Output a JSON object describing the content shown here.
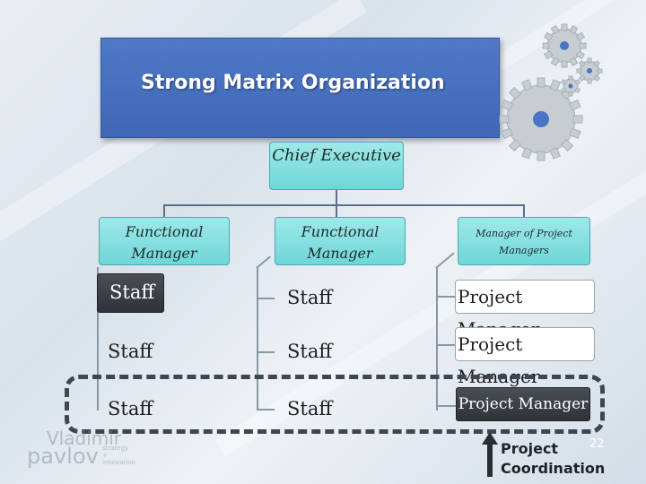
{
  "slide": {
    "title": "Strong Matrix Organization",
    "page_number": "22"
  },
  "org": {
    "chief": "Chief Executive",
    "managers": [
      "Functional Manager",
      "Functional Manager",
      "Manager of Project Managers"
    ],
    "rows": [
      [
        "Staff",
        "Staff",
        "Project Manager"
      ],
      [
        "Staff",
        "Staff",
        "Project Manager"
      ],
      [
        "Staff",
        "Staff",
        "Project Manager"
      ]
    ]
  },
  "annotation": {
    "line1": "Project",
    "line2": "Coordination"
  },
  "logo": {
    "name": "Vladimir",
    "surname": "pavlov",
    "tag1": "strategy +",
    "tag2": "innovation"
  },
  "colors": {
    "banner": "#3f67b6",
    "manager_box": "#6fd6d8",
    "dark_box": "#2f3338",
    "dashed": "#404552"
  }
}
